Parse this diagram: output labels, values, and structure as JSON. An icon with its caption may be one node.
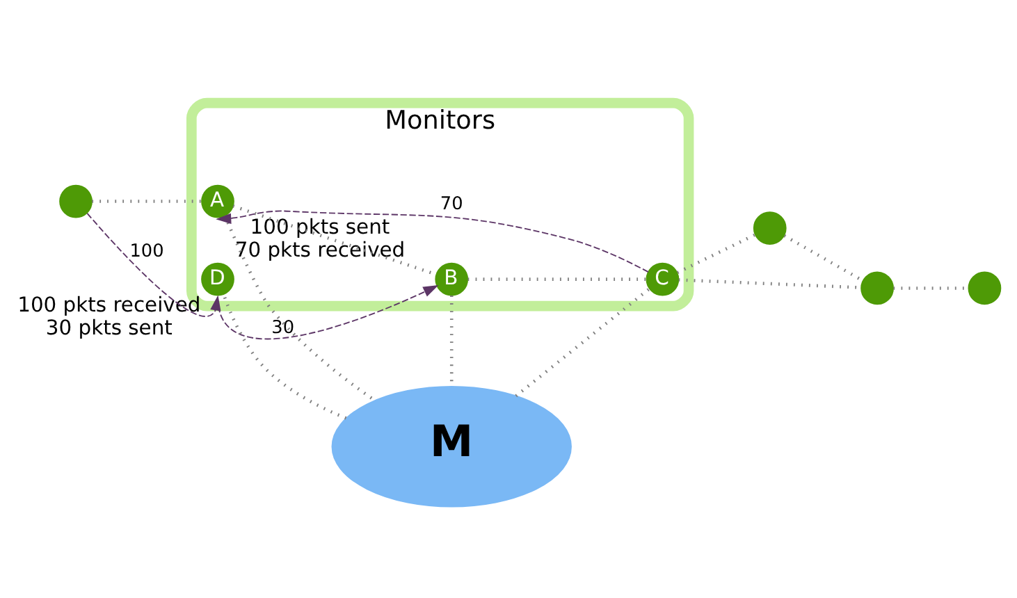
{
  "diagram": {
    "nodes": [
      {
        "text": [
          "Monitors"
        ]
      },
      {
        "text": [
          "A"
        ],
        "in": 0,
        "beside": [
          "100 pkts sent",
          "70 pkts received"
        ]
      },
      {
        "text": [
          "B"
        ],
        "in": 0
      },
      {
        "text": [
          "C"
        ],
        "in": 0
      },
      {
        "text": [
          "D"
        ],
        "in": 0,
        "beside": [
          "100 pkts received",
          "30 pkts sent"
        ]
      },
      {
        "text": [
          "M"
        ]
      },
      {
        "text": [],
        "shape": "circle"
      },
      {
        "text": [],
        "shape": "circle"
      },
      {
        "text": [],
        "shape": "circle"
      },
      {
        "text": [],
        "shape": "circle"
      }
    ],
    "edges": [
      {
        "from": 6,
        "to": 1,
        "arrow": "none"
      },
      {
        "from": 1,
        "to": 2,
        "arrow": "none"
      },
      {
        "from": 1,
        "to": 5,
        "arrow": "none"
      },
      {
        "from": 2,
        "to": 5,
        "arrow": "none"
      },
      {
        "from": 2,
        "to": 3,
        "arrow": "none"
      },
      {
        "from": 5,
        "to": 3,
        "arrow": "none"
      },
      {
        "from": 5,
        "to": 4,
        "arrow": "none"
      },
      {
        "from": 3,
        "to": 7,
        "arrow": "none"
      },
      {
        "from": 3,
        "to": 8,
        "arrow": "none"
      },
      {
        "from": 7,
        "to": 8,
        "arrow": "none"
      },
      {
        "from": 8,
        "to": 9,
        "arrow": "none"
      },
      {
        "from": 6,
        "to": 4,
        "arrow": "to",
        "label": "100",
        "style": "dashed",
        "color": "#5c3566"
      },
      {
        "from": 3,
        "to": 1,
        "arrow": "to",
        "label": "70",
        "style": "dashed",
        "color": "#5c3566"
      },
      {
        "from": 4,
        "to": 2,
        "arrow": "to",
        "label": "30",
        "style": "dashed",
        "color": "#5c3566"
      }
    ]
  }
}
